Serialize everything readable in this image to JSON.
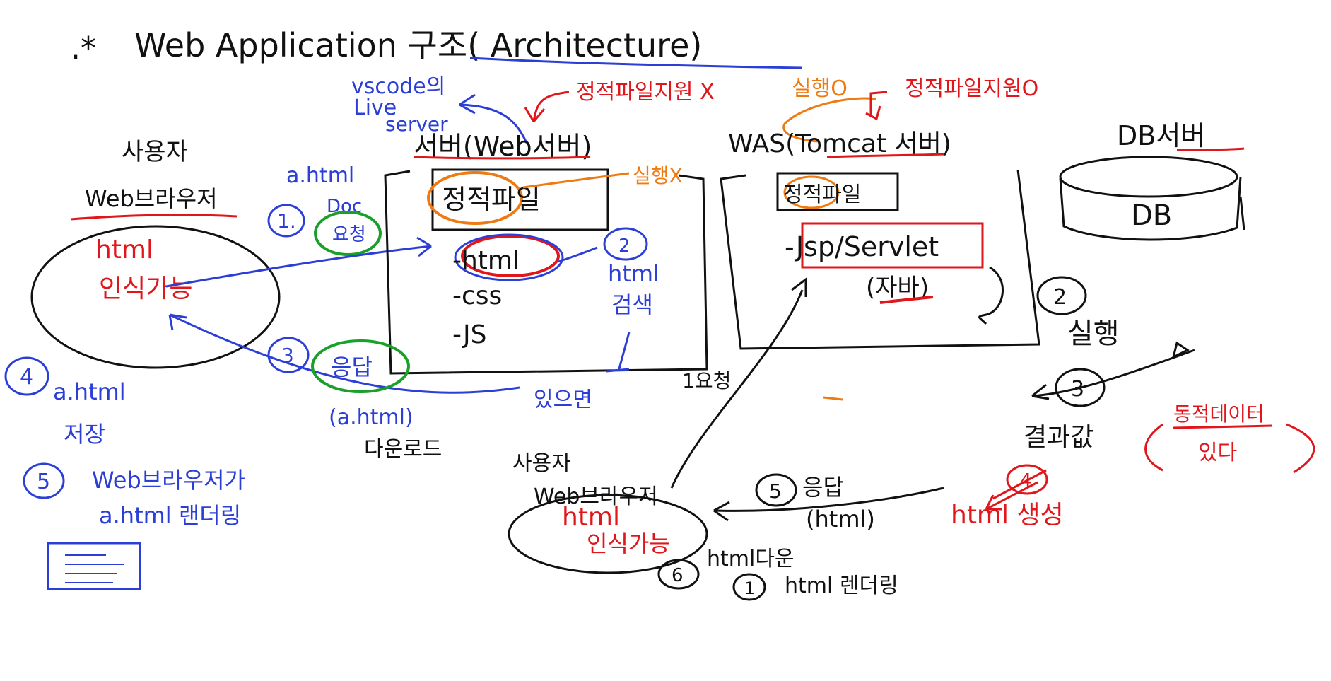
{
  "title": "Web Application 구조( Architecture)",
  "title_bullet": ".*",
  "colors": {
    "black": "#111111",
    "blue": "#2b3fd6",
    "red": "#e0161b",
    "green": "#1aa02a",
    "orange": "#f07a12"
  },
  "vscode_note": [
    "vscode의",
    "Live",
    "server"
  ],
  "client_left": {
    "heading": "사용자",
    "subheading": "Web브라우저",
    "content_line1": "html",
    "content_line2": "인식가능"
  },
  "request": {
    "step": "1.",
    "file": "a.html",
    "label1": "Doc",
    "label2": "요청"
  },
  "web_server": {
    "title": "서버(Web서버)",
    "static_file": "정적파일",
    "items": [
      "-html",
      "-css",
      "-JS"
    ],
    "step2": "2",
    "step2_label1": "html",
    "step2_label2": "검색",
    "exists": "있으면",
    "static_note": "정적파일지원 X",
    "run_x": "실행X"
  },
  "response_left": {
    "step": "3",
    "label": "응답",
    "file": "(a.html)",
    "download": "다운로드"
  },
  "steps_left": {
    "step4_num": "4",
    "step4_text1": "a.html",
    "step4_text2": "저장",
    "step5_num": "5",
    "step5_text1": "Web브라우저가",
    "step5_text2": "a.html 랜더링"
  },
  "was": {
    "title": "WAS(Tomcat 서버)",
    "static_file": "정적파일",
    "jsp_servlet": "-Jsp/Servlet",
    "java": "(자바)",
    "run_o": "실행O",
    "static_support": "정적파일지원O",
    "step2": "2",
    "run": "실행",
    "step1": "1요청"
  },
  "db": {
    "title": "DB서버",
    "label": "DB"
  },
  "result": {
    "step3": "3",
    "text": "결과값",
    "note1": "동적데이터",
    "note2": "있다",
    "step4": "4",
    "html_make": "html 생성"
  },
  "client_bottom": {
    "heading": "사용자",
    "subheading": "Web브라우저",
    "content_line1": "html",
    "content_line2": "인식가능",
    "step5": "5",
    "response": "응답",
    "response_file": "(html)",
    "step6": "6",
    "html_is": "html다운",
    "render_num": "1",
    "render": "html 렌더링"
  }
}
